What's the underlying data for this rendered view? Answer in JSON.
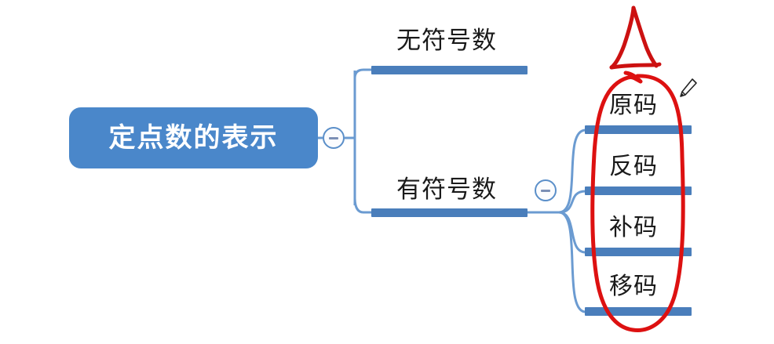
{
  "diagram": {
    "type": "mind-map",
    "title": "定点数的表示",
    "root": {
      "label": "定点数的表示",
      "collapse_icon": "minus-circle-icon",
      "fill_color": "#4a87ca",
      "text_color": "#ffffff"
    },
    "branches": [
      {
        "label": "无符号数",
        "bar_color": "#4a7ebb",
        "children": []
      },
      {
        "label": "有符号数",
        "bar_color": "#4a7ebb",
        "collapse_icon": "minus-circle-icon",
        "children": [
          {
            "label": "原码",
            "bar_color": "#4a7ebb"
          },
          {
            "label": "反码",
            "bar_color": "#4a7ebb"
          },
          {
            "label": "补码",
            "bar_color": "#4a7ebb"
          },
          {
            "label": "移码",
            "bar_color": "#4a7ebb"
          }
        ]
      }
    ],
    "annotations": [
      {
        "name": "red-triangle-mark",
        "shape": "triangle",
        "color": "#cc1111",
        "style": "hand-drawn"
      },
      {
        "name": "red-oval-highlight",
        "shape": "oval",
        "color": "#dd1111",
        "style": "hand-drawn",
        "encircles": [
          "原码",
          "反码",
          "补码",
          "移码"
        ]
      }
    ],
    "cursor": {
      "icon": "pencil-icon"
    },
    "colors": {
      "node_fill": "#4a87ca",
      "bar": "#4a7ebb",
      "connector": "#6b9bd1",
      "annotation": "#dd1111",
      "background": "#ffffff",
      "label_text": "#1a1a1a"
    }
  }
}
